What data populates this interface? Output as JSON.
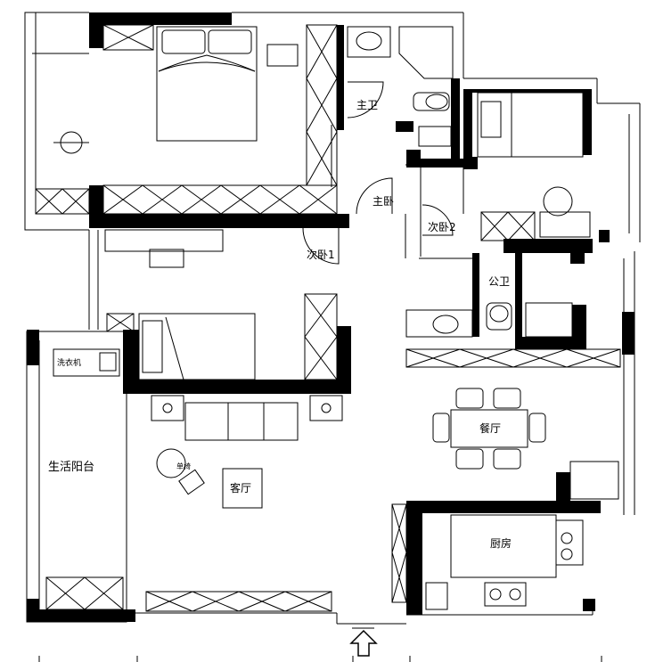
{
  "colors": {
    "wall": "#000000",
    "line": "#000000",
    "background": "#ffffff"
  },
  "rooms": {
    "master_bedroom": "主卧",
    "master_bath": "主卫",
    "bedroom_1": "次卧1",
    "bedroom_2": "次卧2",
    "public_bath": "公卫",
    "dining": "餐厅",
    "living": "客厅",
    "kitchen": "厨房",
    "utility_balcony": "生活阳台"
  },
  "small_labels": {
    "washing_machine": "洗衣机",
    "lounge_chair": "单椅"
  },
  "icons": [
    "bed-icon",
    "toilet-icon",
    "sink-icon",
    "sofa-icon",
    "dining-table-icon",
    "stove-icon",
    "chair-icon",
    "entrance-arrow-icon"
  ]
}
